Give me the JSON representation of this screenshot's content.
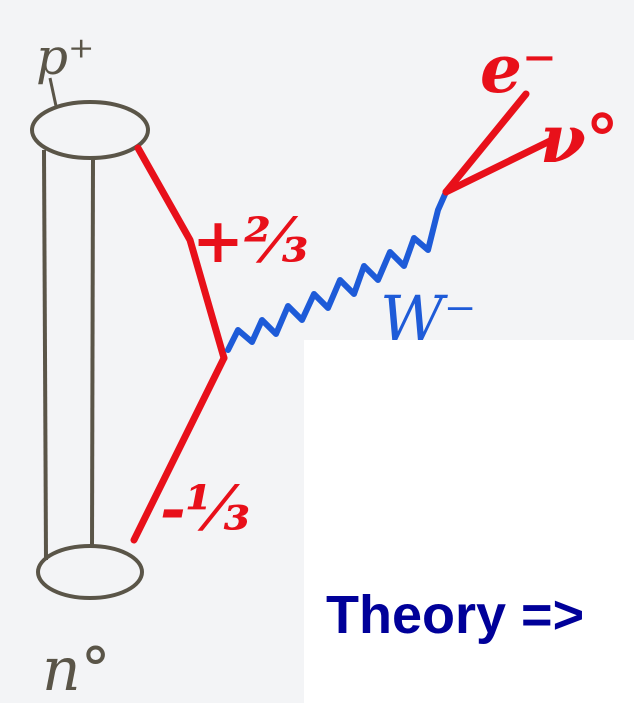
{
  "diagram": {
    "proton_label": "p⁺",
    "neutron_label": "n°",
    "up_quark_charge": "+⅔",
    "down_quark_charge": "-⅓",
    "boson_label": "W⁻",
    "electron_label": "e⁻",
    "neutrino_label": "ν°"
  },
  "caption": {
    "text": "Theory =>"
  },
  "colors": {
    "pencil": "#5a5548",
    "quark_line": "#e8101a",
    "boson": "#1e5bd8",
    "caption": "#000099",
    "background": "#f3f4f6"
  }
}
